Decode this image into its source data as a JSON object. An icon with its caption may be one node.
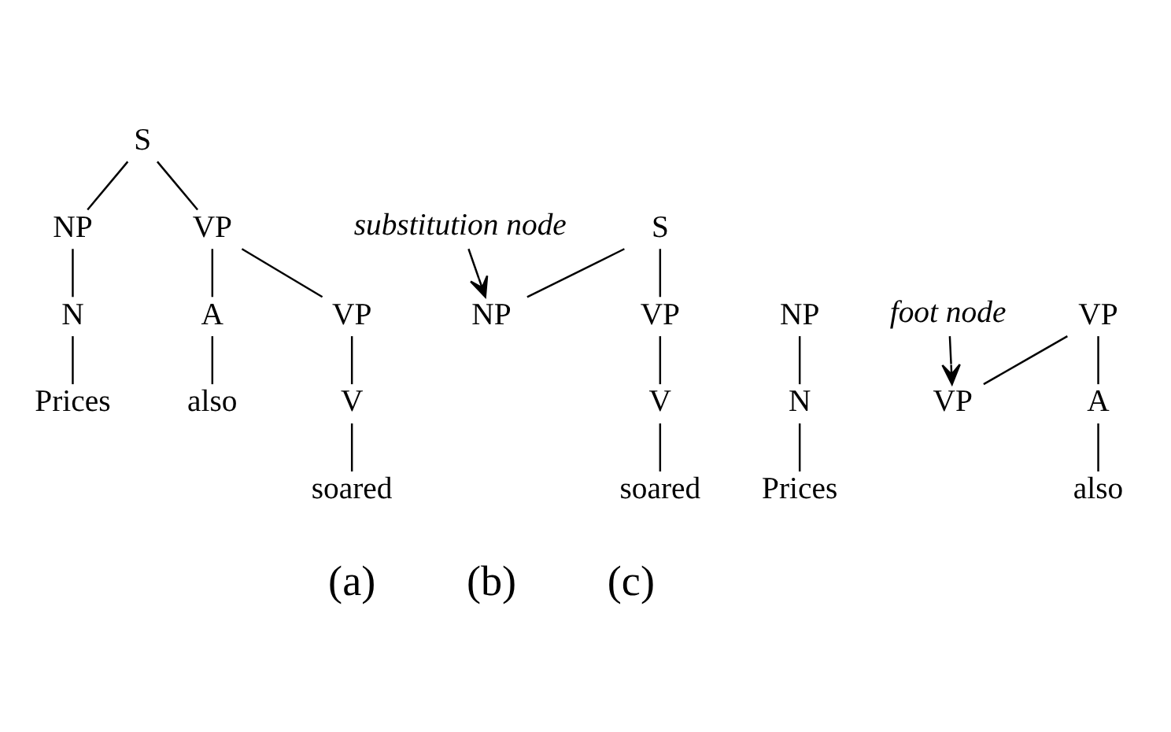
{
  "diagram": {
    "nodes": [
      {
        "text": [
          "S"
        ]
      },
      {
        "text": [
          "NP"
        ]
      },
      {
        "text": [
          "VP"
        ]
      },
      {
        "text": [
          "N"
        ]
      },
      {
        "text": [
          "A"
        ]
      },
      {
        "text": [
          "VP"
        ]
      },
      {
        "text": [
          "Prices"
        ]
      },
      {
        "text": [
          "also"
        ]
      },
      {
        "text": [
          "V"
        ]
      },
      {
        "text": [
          "soared"
        ]
      },
      {
        "text": [
          "S"
        ]
      },
      {
        "text": [
          "NP"
        ]
      },
      {
        "text": [
          "VP"
        ]
      },
      {
        "text": [
          "NP"
        ]
      },
      {
        "text": [
          "V"
        ]
      },
      {
        "text": [
          "N"
        ]
      },
      {
        "text": [
          "soared"
        ]
      },
      {
        "text": [
          "Prices"
        ]
      },
      {
        "text": [
          "substitution node"
        ]
      },
      {
        "text": [
          "foot node"
        ]
      },
      {
        "text": [
          "VP"
        ]
      },
      {
        "text": [
          "A"
        ]
      },
      {
        "text": [
          "VP"
        ]
      },
      {
        "text": [
          "also"
        ]
      }
    ],
    "edges": [
      {
        "from": 0,
        "to": 1,
        "arrow": "none"
      },
      {
        "from": 0,
        "to": 2,
        "arrow": "none"
      },
      {
        "from": 1,
        "to": 3,
        "arrow": "none"
      },
      {
        "from": 2,
        "to": 4,
        "arrow": "none"
      },
      {
        "from": 2,
        "to": 5,
        "arrow": "none"
      },
      {
        "from": 3,
        "to": 6,
        "arrow": "none"
      },
      {
        "from": 4,
        "to": 7,
        "arrow": "none"
      },
      {
        "from": 5,
        "to": 8,
        "arrow": "none"
      },
      {
        "from": 8,
        "to": 9,
        "arrow": "none"
      },
      {
        "from": 10,
        "to": 11,
        "arrow": "none"
      },
      {
        "from": 10,
        "to": 12,
        "arrow": "none"
      },
      {
        "from": 12,
        "to": 14,
        "arrow": "none"
      },
      {
        "from": 14,
        "to": 16,
        "arrow": "none"
      },
      {
        "from": 13,
        "to": 15,
        "arrow": "none"
      },
      {
        "from": 15,
        "to": 17,
        "arrow": "none"
      },
      {
        "from": 18,
        "to": 11,
        "arrow": "to"
      },
      {
        "from": 20,
        "to": 21,
        "arrow": "none"
      },
      {
        "from": 20,
        "to": 22,
        "arrow": "none"
      },
      {
        "from": 21,
        "to": 23,
        "arrow": "none"
      },
      {
        "from": 19,
        "to": 22,
        "arrow": "to"
      }
    ],
    "labels": [
      "(a)",
      "(b)",
      "(c)"
    ]
  }
}
